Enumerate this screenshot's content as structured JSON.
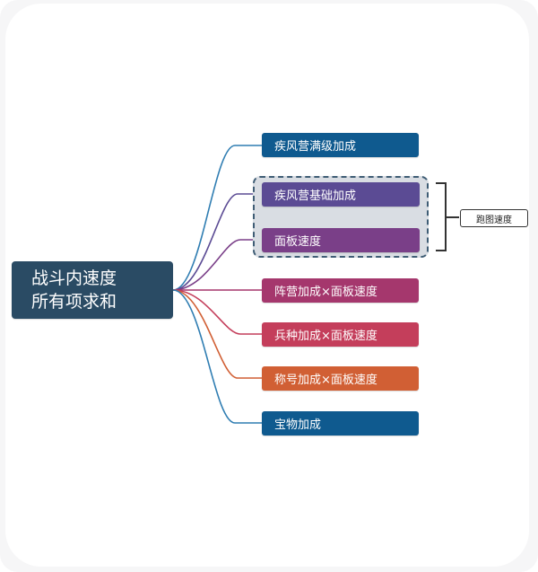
{
  "root": {
    "line1": "战斗内速度",
    "line2": "所有项求和"
  },
  "nodes": [
    {
      "label": "疾风营满级加成",
      "color": "#0f5a8f"
    },
    {
      "label": "疾风营基础加成",
      "color": "#5b4b94"
    },
    {
      "label": "面板速度",
      "color": "#7a3f88"
    },
    {
      "label": "阵营加成×面板速度",
      "color": "#a5376d"
    },
    {
      "label": "兵种加成×面板速度",
      "color": "#c43e5b"
    },
    {
      "label": "称号加成×面板速度",
      "color": "#d15f34"
    },
    {
      "label": "宝物加成",
      "color": "#0f5a8f"
    }
  ],
  "annotation": {
    "label": "跑图速度"
  },
  "link_colors": [
    "#2f7db2",
    "#5b4b94",
    "#7a3f88",
    "#a5376d",
    "#c43e5b",
    "#d15f34",
    "#2f7db2"
  ]
}
